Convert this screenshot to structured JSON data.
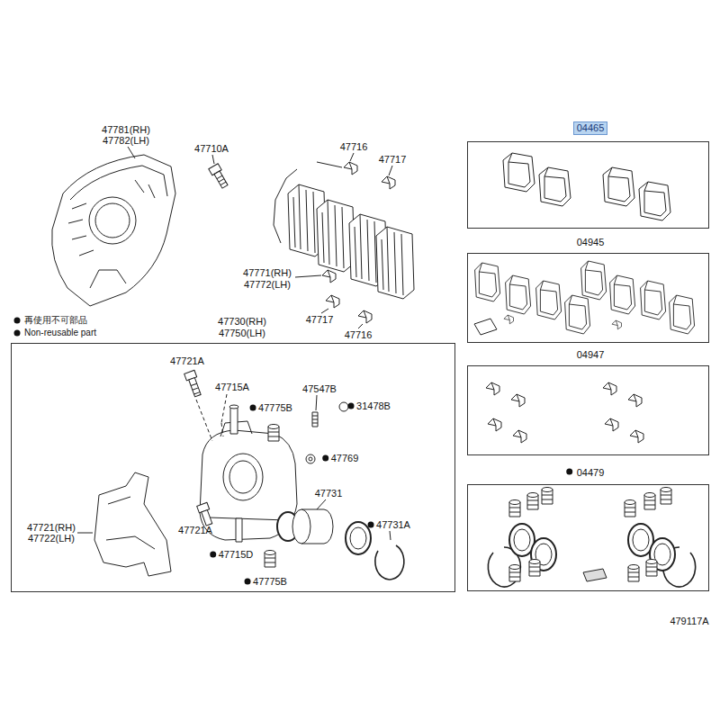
{
  "diagram": {
    "nodes": [
      {
        "text": [
          "47730(RH) 47750(LH)"
        ]
      },
      {
        "text": [
          "04465"
        ]
      },
      {
        "text": [
          "04945"
        ]
      },
      {
        "text": [
          "04947"
        ]
      },
      {
        "text": [
          "04479"
        ]
      }
    ],
    "labels": [
      "47781(RH)",
      "47782(LH)",
      "47710A",
      "47716",
      "47717",
      "47771(RH)",
      "47772(LH)",
      "47717",
      "47716",
      "47721A",
      "47715A",
      "47775B",
      "47547B",
      "31478B",
      "47769",
      "47731",
      "47731A",
      "47721A",
      "47715D",
      "47775B",
      "47721(RH)",
      "47722(LH)",
      "479117A"
    ],
    "legend": [
      {
        "text": "再使用不可部品"
      },
      {
        "text": "Non-reusable part"
      }
    ]
  }
}
